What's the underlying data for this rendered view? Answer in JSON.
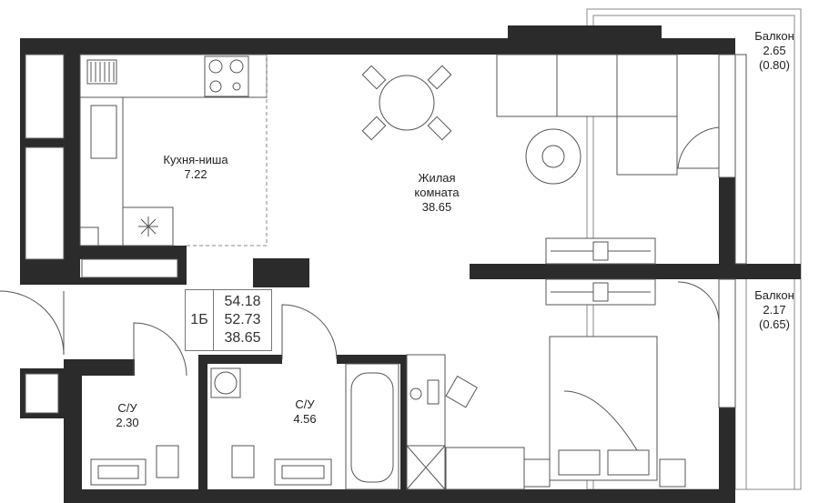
{
  "plan": {
    "apartment_type": "1Б",
    "areas": [
      "54.18",
      "52.73",
      "38.65"
    ]
  },
  "rooms": {
    "kitchen": {
      "name": "Кухня-ниша",
      "area": "7.22"
    },
    "living": {
      "name_line1": "Жилая",
      "name_line2": "комната",
      "area": "38.65"
    },
    "balcony1": {
      "name": "Балкон",
      "area": "2.65",
      "reduced": "(0.80)"
    },
    "balcony2": {
      "name": "Балкон",
      "area": "2.17",
      "reduced": "(0.65)"
    },
    "bath1": {
      "name": "С/У",
      "area": "2.30"
    },
    "bath2": {
      "name": "С/У",
      "area": "4.56"
    }
  },
  "colors": {
    "wall": "#2b2b2b",
    "line": "#555555"
  }
}
